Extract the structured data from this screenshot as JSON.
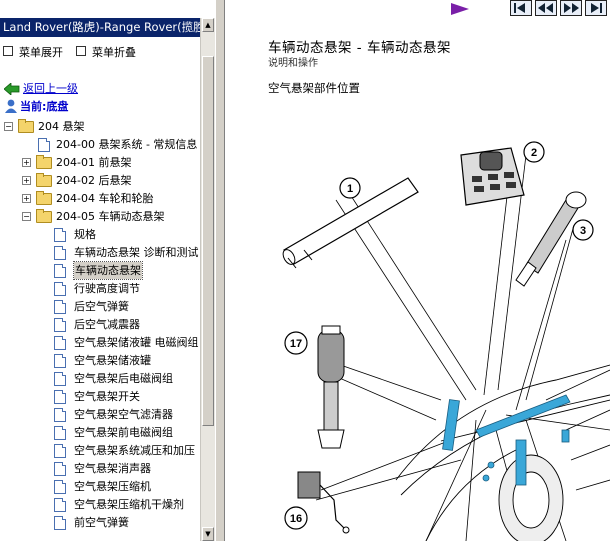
{
  "window": {
    "title": "Land Rover(路虎)-Range Rover(揽胜"
  },
  "menu": {
    "expand": "菜单展开",
    "collapse": "菜单折叠"
  },
  "nav": {
    "back": "返回上一级",
    "current": "当前:底盘"
  },
  "tree": [
    {
      "label": "204 悬架",
      "type": "folder",
      "level": 0,
      "toggle": "−"
    },
    {
      "label": "204-00 悬架系统 - 常规信息",
      "type": "doc",
      "level": 1
    },
    {
      "label": "204-01 前悬架",
      "type": "folder",
      "level": 1,
      "toggle": "+"
    },
    {
      "label": "204-02 后悬架",
      "type": "folder",
      "level": 1,
      "toggle": "+"
    },
    {
      "label": "204-04 车轮和轮胎",
      "type": "folder",
      "level": 1,
      "toggle": "+"
    },
    {
      "label": "204-05 车辆动态悬架",
      "type": "folder",
      "level": 1,
      "toggle": "−"
    },
    {
      "label": "规格",
      "type": "doc",
      "level": 2
    },
    {
      "label": "车辆动态悬架 诊断和测试",
      "type": "doc",
      "level": 2
    },
    {
      "label": "车辆动态悬架",
      "type": "doc",
      "level": 2,
      "selected": true
    },
    {
      "label": "行驶高度调节",
      "type": "doc",
      "level": 2
    },
    {
      "label": "后空气弹簧",
      "type": "doc",
      "level": 2
    },
    {
      "label": "后空气减震器",
      "type": "doc",
      "level": 2
    },
    {
      "label": "空气悬架储液罐 电磁阀组",
      "type": "doc",
      "level": 2
    },
    {
      "label": "空气悬架储液罐",
      "type": "doc",
      "level": 2
    },
    {
      "label": "空气悬架后电磁阀组",
      "type": "doc",
      "level": 2
    },
    {
      "label": "空气悬架开关",
      "type": "doc",
      "level": 2
    },
    {
      "label": "空气悬架空气滤清器",
      "type": "doc",
      "level": 2
    },
    {
      "label": "空气悬架前电磁阀组",
      "type": "doc",
      "level": 2
    },
    {
      "label": "空气悬架系统减压和加压",
      "type": "doc",
      "level": 2
    },
    {
      "label": "空气悬架消声器",
      "type": "doc",
      "level": 2
    },
    {
      "label": "空气悬架压缩机",
      "type": "doc",
      "level": 2
    },
    {
      "label": "空气悬架压缩机干燥剂",
      "type": "doc",
      "level": 2
    },
    {
      "label": "前空气弹簧",
      "type": "doc",
      "level": 2
    }
  ],
  "document": {
    "title": "车辆动态悬架 - 车辆动态悬架",
    "subtitle": "说明和操作",
    "section": "空气悬架部件位置",
    "callouts": [
      "1",
      "2",
      "3",
      "17",
      "16"
    ]
  },
  "colors": {
    "titlebar": "#0a246a",
    "link": "#0000cc",
    "current": "#0000cc",
    "highlight_parts": "#3aa7d8",
    "arrow": "#7a1fa8"
  }
}
